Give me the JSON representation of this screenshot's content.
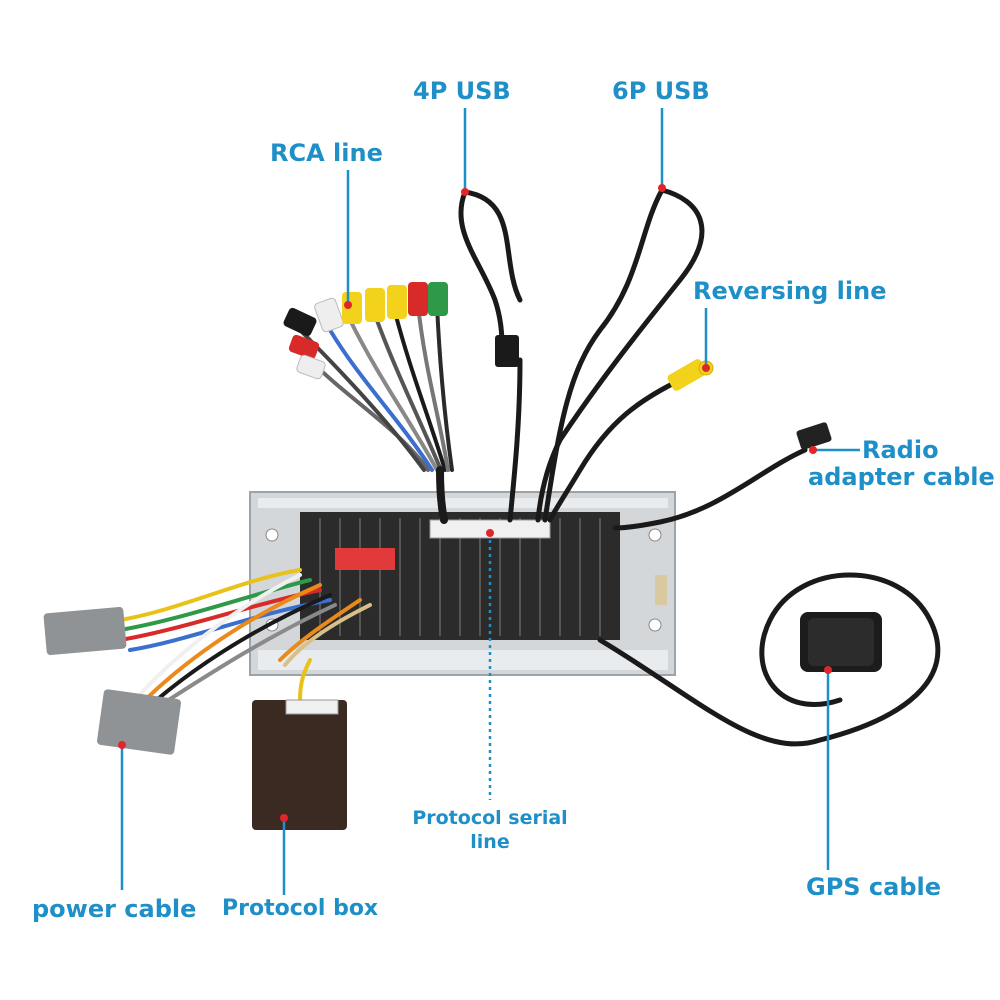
{
  "labels": {
    "usb4p": "4P USB",
    "usb6p": "6P USB",
    "rca": "RCA line",
    "reversing": "Reversing line",
    "radio_line1": "Radio",
    "radio_line2": "adapter cable",
    "protocol_serial_line1": "Protocol serial",
    "protocol_serial_line2": "line",
    "gps": "GPS cable",
    "power": "power cable",
    "protocol_box": "Protocol box"
  },
  "colors": {
    "label_text": "#1f8fc8",
    "leader_line": "#1f8fc8",
    "marker_dot": "#e0262b",
    "cable": "#1a1a1a",
    "panel": "#2a2a2a",
    "plate": "#cfd3d6",
    "connector_gray": "#8f9396",
    "rca_yellow": "#f2d21a",
    "rca_red": "#d92a2a",
    "rca_green": "#2e9a48",
    "rca_white": "#eeeeee",
    "protocol_box": "#3a2a22"
  }
}
